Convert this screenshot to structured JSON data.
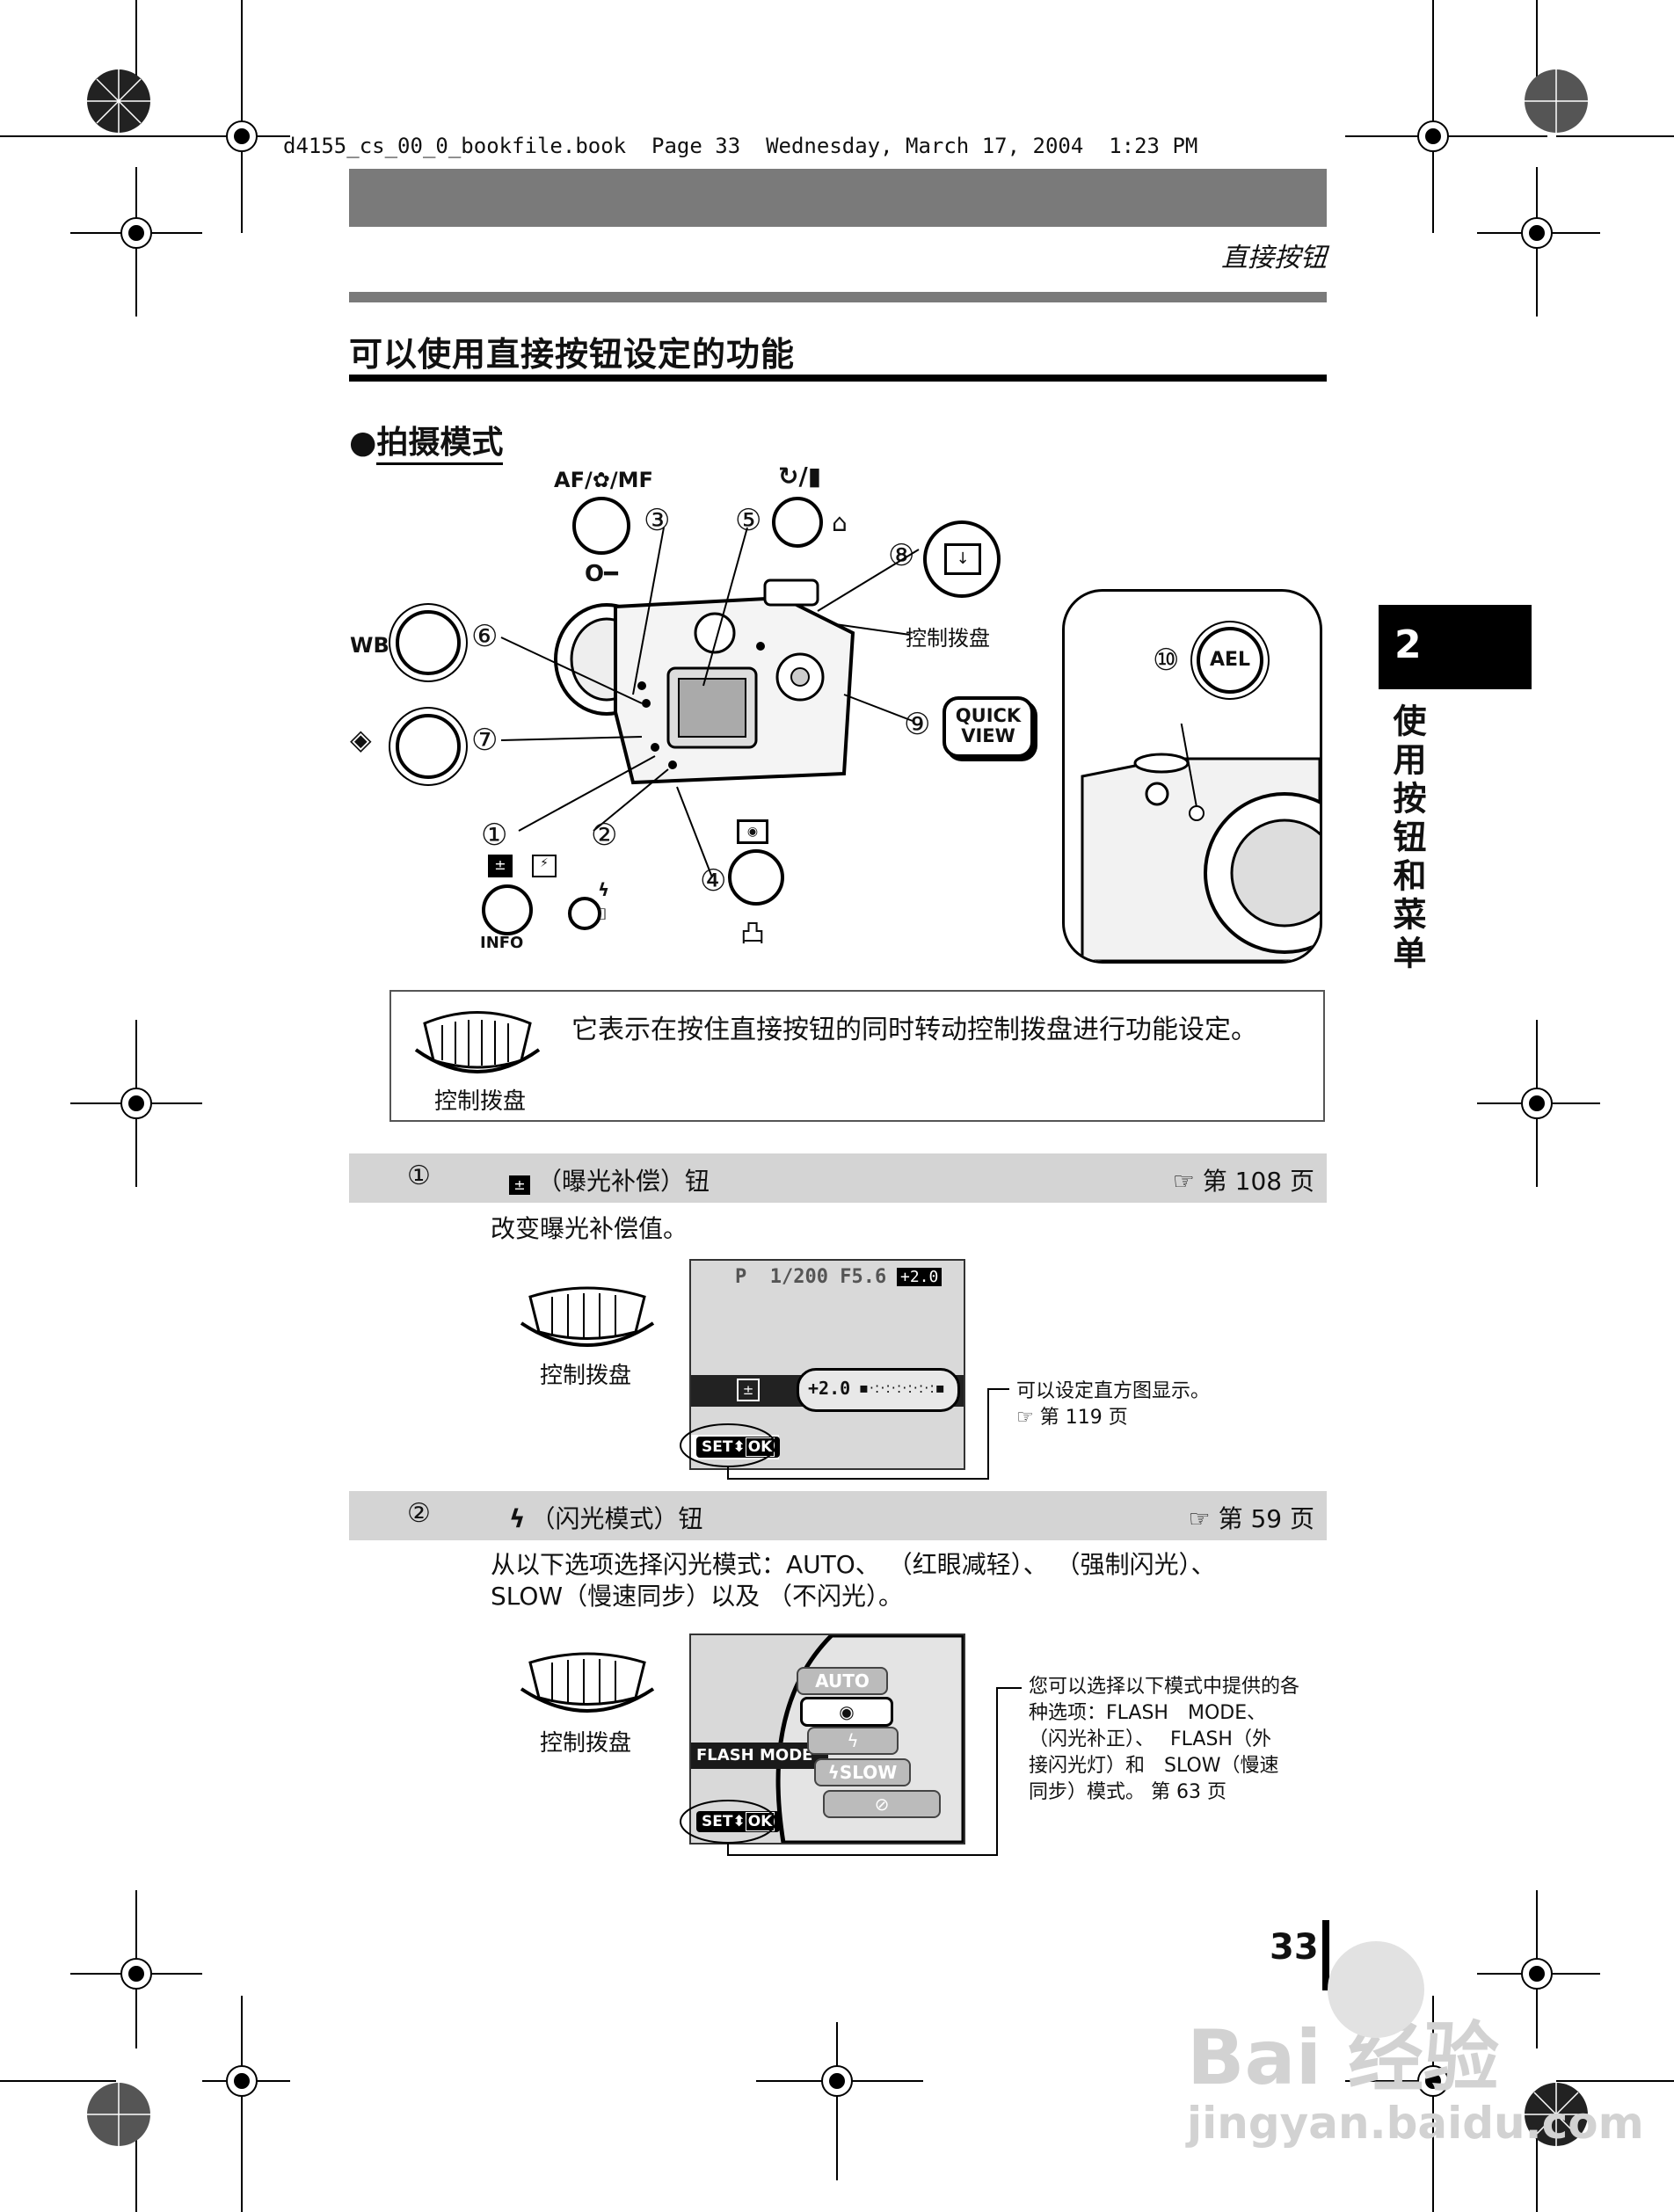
{
  "print_header": "d4155_cs_00_0_bookfile.book  Page 33  Wednesday, March 17, 2004  1:23 PM",
  "running_head": "直接按钮",
  "section_title": "可以使用直接按钮设定的功能",
  "subsection_title": "拍摄模式",
  "chapter_tab": {
    "number": "2",
    "label": "使用按钮和菜单"
  },
  "diagram": {
    "labels": {
      "af_mf": "AF/ /MF",
      "timer": "/",
      "wb": "WB",
      "dial": "控制拨盘",
      "quick_view": "QUICK\nVIEW",
      "ael": "AEL",
      "info": "INFO"
    },
    "callout_numbers": [
      "①",
      "②",
      "③",
      "④",
      "⑤",
      "⑥",
      "⑦",
      "⑧",
      "⑨",
      "⑩"
    ]
  },
  "note": {
    "text": "它表示在按住直接按钮的同时转动控制拨盘进行功能设定。",
    "dial_caption": "控制拨盘"
  },
  "items": [
    {
      "number": "①",
      "name": "（曝光补偿）钮",
      "ref": "第 108 页",
      "description": "改变曝光补偿值。",
      "dial_caption": "控制拨盘",
      "screen": {
        "top_line": "P  1/200 F5.6",
        "top_value": "+2.0",
        "slider_value": "+2.0",
        "set_label": "SET",
        "ok_label": "OK"
      },
      "callout": "可以设定直方图显示。",
      "callout_ref": "第 119 页"
    },
    {
      "number": "②",
      "name": "（闪光模式）钮",
      "ref": "第 59 页",
      "description_line1": "从以下选项选择闪光模式：AUTO、 （红眼减轻）、 （强制闪光）、",
      "description_line2": "SLOW（慢速同步）以及 （不闪光）。",
      "dial_caption": "控制拨盘",
      "screen": {
        "mode_label": "FLASH MODE",
        "options": [
          "AUTO",
          "",
          "",
          "SLOW",
          ""
        ],
        "set_label": "SET",
        "ok_label": "OK"
      },
      "callout_lines": [
        "您可以选择以下模式中提供的各",
        "种选项：FLASH　MODE、",
        "（闪光补正）、　 FLASH（外",
        "接闪光灯）和　SLOW（慢速",
        "同步）模式。 第 63 页"
      ]
    }
  ],
  "page_number": "33",
  "watermark": {
    "brand": "Bai 经验",
    "url": "jingyan.baidu.com"
  }
}
